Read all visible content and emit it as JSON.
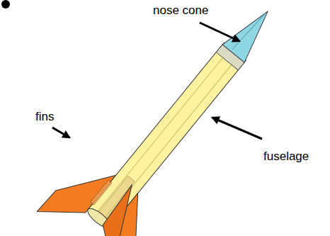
{
  "diagram": {
    "labels": [
      "nose cone",
      "fins",
      "fuselage"
    ]
  }
}
